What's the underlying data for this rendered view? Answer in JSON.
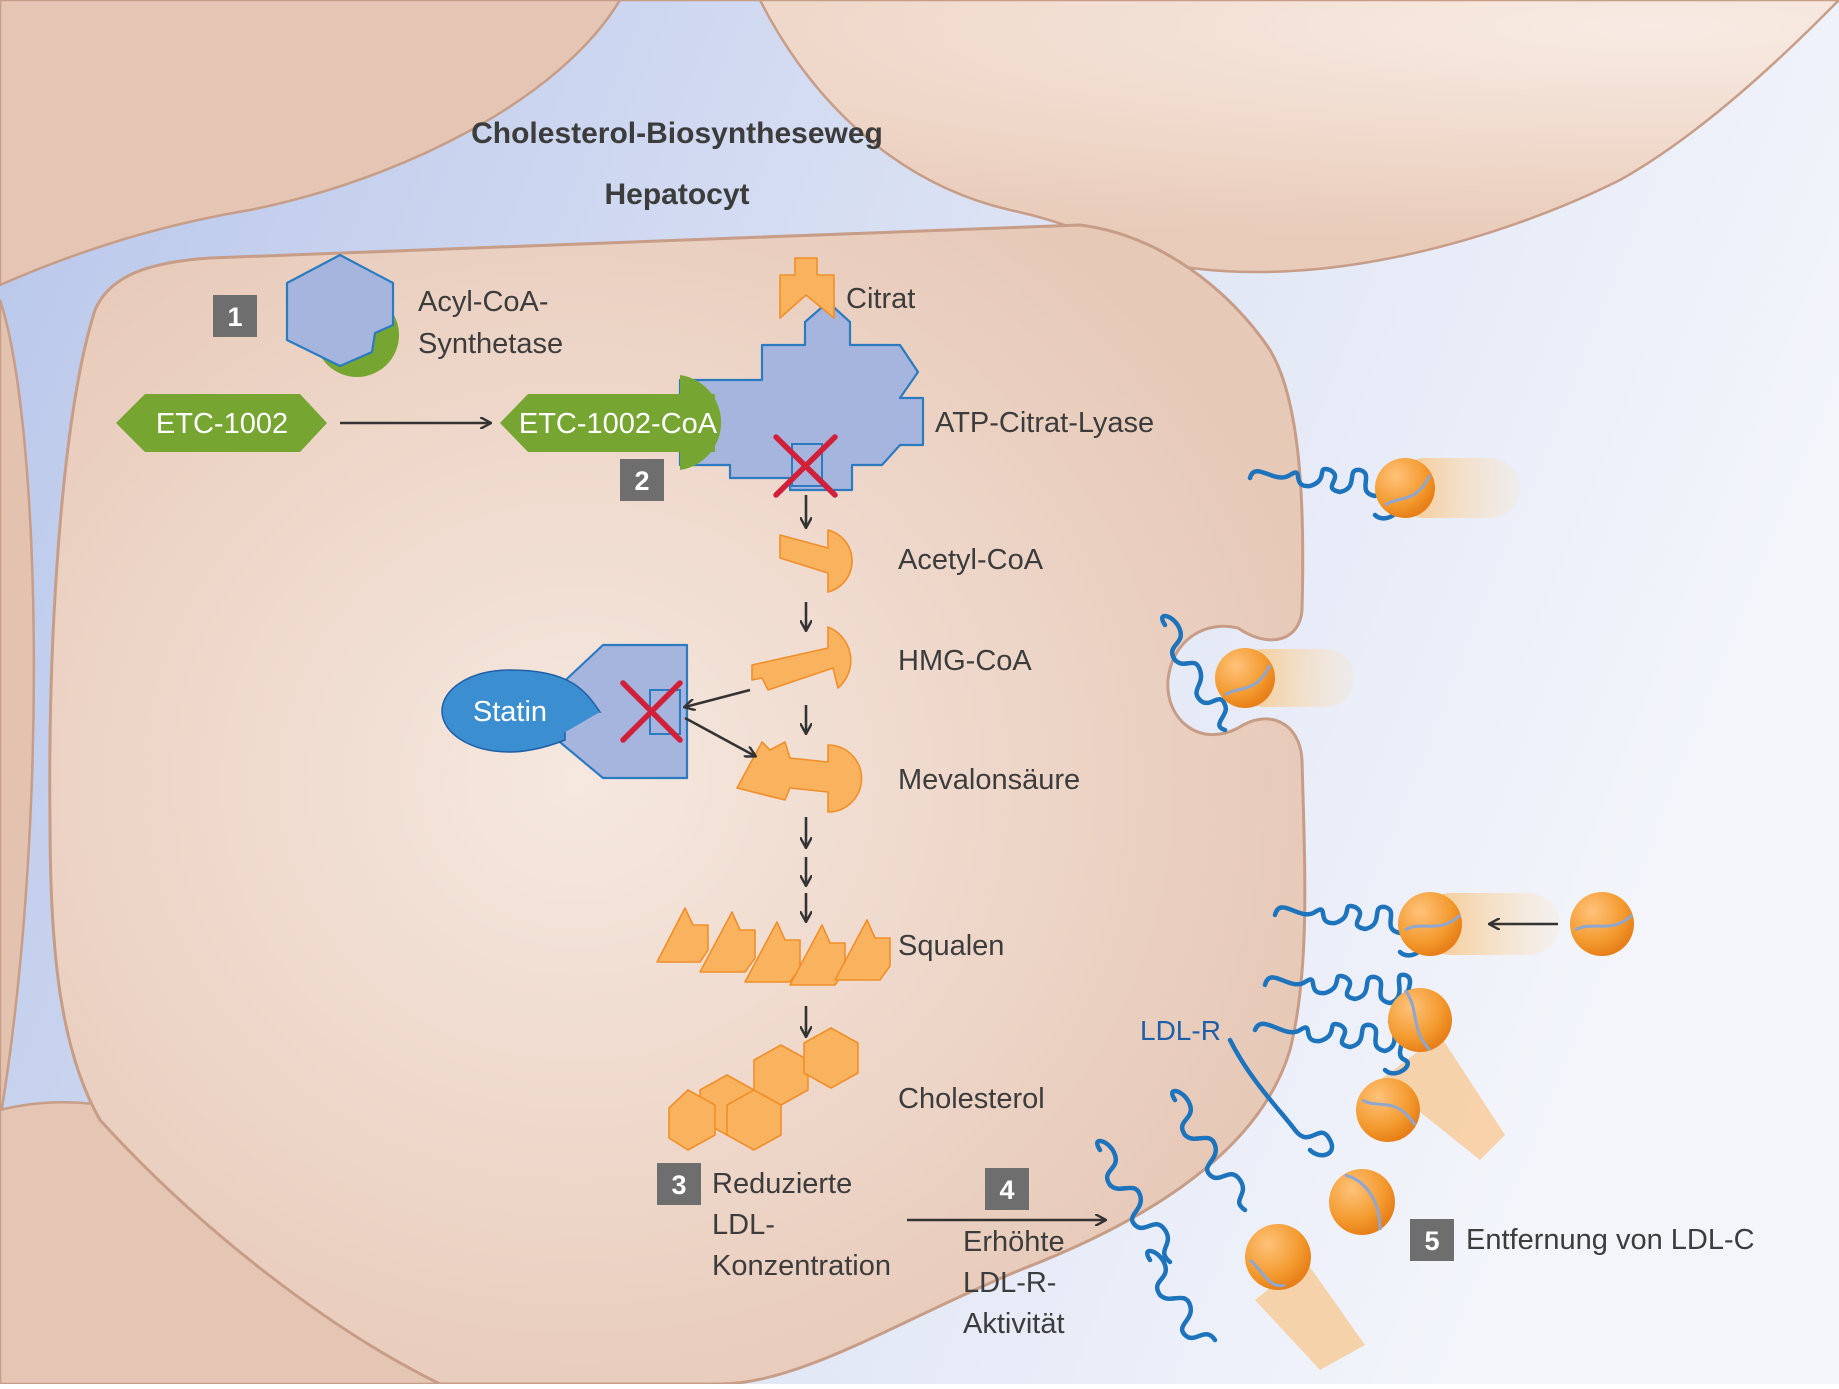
{
  "title": "Cholesterol-Biosyntheseweg",
  "subtitle": "Hepatocyt",
  "enzymes": {
    "acyl_coa_line1": "Acyl-CoA-",
    "acyl_coa_line2": "Synthetase",
    "atp_citrat_lyase": "ATP-Citrat-Lyase"
  },
  "drugs": {
    "etc": "ETC-1002",
    "etc_coa": "ETC-1002-CoA",
    "statin": "Statin"
  },
  "metabolites": {
    "citrat": "Citrat",
    "acetyl_coa": "Acetyl-CoA",
    "hmg_coa": "HMG-CoA",
    "mevalonsaeure": "Mevalonsäure",
    "squalen": "Squalen",
    "cholesterol": "Cholesterol"
  },
  "steps": {
    "s1": "1",
    "s2": "2",
    "s3": "3",
    "s3_line1": "Reduzierte",
    "s3_line2": "LDL-",
    "s3_line3": "Konzentration",
    "s4": "4",
    "s4_line1": "Erhöhte",
    "s4_line2": "LDL-R-",
    "s4_line3": "Aktivität",
    "s5": "5",
    "s5_label": "Entfernung von LDL-C"
  },
  "receptor_label": "LDL-R",
  "colors": {
    "cell": "#ebcfbf",
    "cell_border": "#c79d87",
    "extracellular": "#c9d3ee",
    "enzyme": "#a6b5dd",
    "enzyme_border": "#2c7bc0",
    "green": "#76a532",
    "orange": "#f9b25e",
    "statin": "#3b8ed0",
    "inhibit": "#d0203a",
    "badge": "#6e6e6e",
    "receptor": "#1e74bc"
  }
}
